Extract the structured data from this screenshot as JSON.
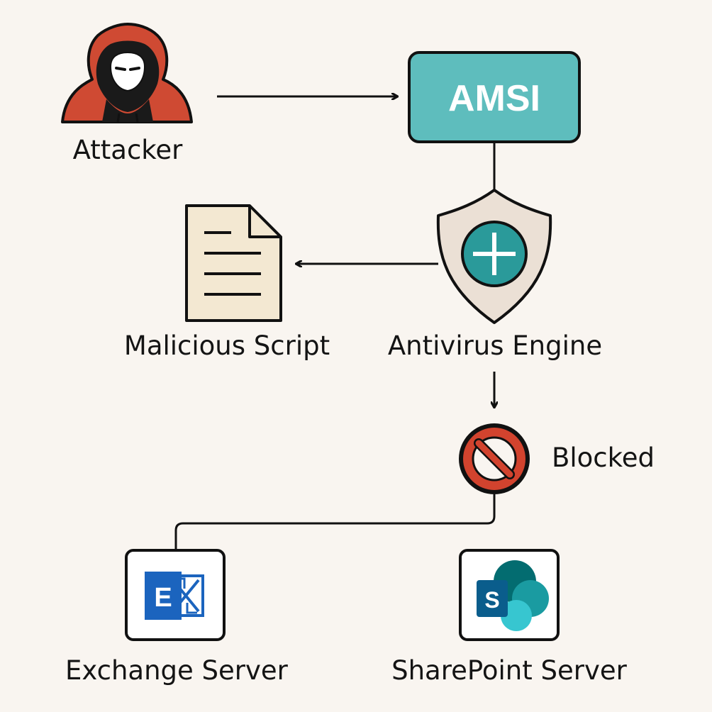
{
  "nodes": {
    "attacker": {
      "label": "Attacker"
    },
    "amsi": {
      "label": "AMSI"
    },
    "script": {
      "label": "Malicious Script"
    },
    "antivirus": {
      "label": "Antivirus Engine"
    },
    "blocked": {
      "label": "Blocked"
    },
    "exchange": {
      "label": "Exchange Server",
      "icon_text": "E"
    },
    "sharepoint": {
      "label": "SharePoint Server",
      "icon_text": "S"
    }
  },
  "colors": {
    "background": "#f9f5f0",
    "amsi_fill": "#5ebdbd",
    "hood": "#cf4a33",
    "shield_fill": "#ebe0d5",
    "shield_circle": "#2a9a9a",
    "document_fill": "#f3e8d2",
    "blocked_red": "#d2432e",
    "exchange_blue": "#1b64be",
    "sharepoint_teal": "#0a7c8c",
    "line": "#111111"
  }
}
